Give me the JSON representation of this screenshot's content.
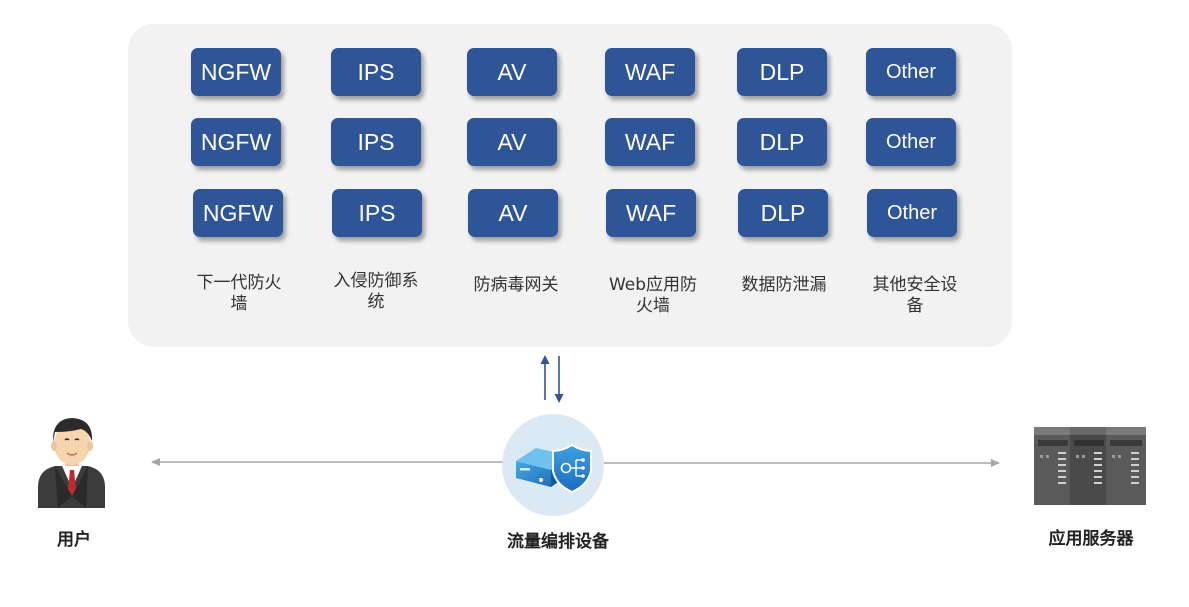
{
  "security_pool": {
    "rows": [
      [
        "NGFW",
        "IPS",
        "AV",
        "WAF",
        "DLP",
        "Other"
      ],
      [
        "NGFW",
        "IPS",
        "AV",
        "WAF",
        "DLP",
        "Other"
      ],
      [
        "NGFW",
        "IPS",
        "AV",
        "WAF",
        "DLP",
        "Other"
      ]
    ],
    "captions": [
      "下一代防火\n墙",
      "入侵防御系\n统",
      "防病毒网关",
      "Web应用防\n火墙",
      "数据防泄漏",
      "其他安全设\n备"
    ]
  },
  "user_label": "用户",
  "orchestrator_label": "流量编排设备",
  "server_label": "应用服务器",
  "colors": {
    "device_fill": "#2e5597",
    "pool_bg": "#f2f2f2",
    "connector": "#a6a6a6",
    "arrow_blue": "#2e5597"
  },
  "icons": [
    "user-person-icon",
    "traffic-orchestrator-icon",
    "server-rack-icon"
  ]
}
